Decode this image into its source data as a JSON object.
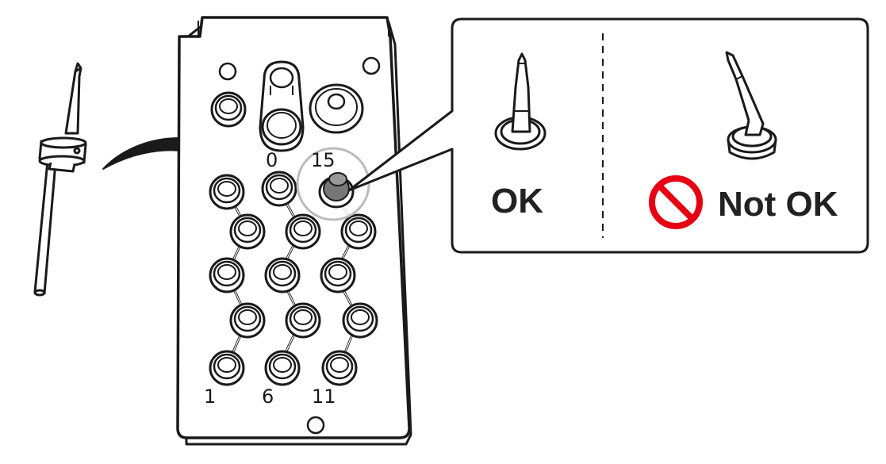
{
  "slot_labels": {
    "first_row_left": "1",
    "first_row_middle": "6",
    "first_row_right": "11",
    "top_left": "0",
    "top_right": "15"
  },
  "callout": {
    "ok_label": "OK",
    "not_ok_label": "Not OK"
  },
  "colors": {
    "outline": "#1a1a1a",
    "prohibition": "#e60012",
    "highlight_ring": "#bbbbbb",
    "tool_holder_fill": "#777777"
  },
  "icons": {
    "prohibition": "prohibition-icon",
    "tool": "milling-bur-icon",
    "arrow": "curved-arrow-icon"
  }
}
